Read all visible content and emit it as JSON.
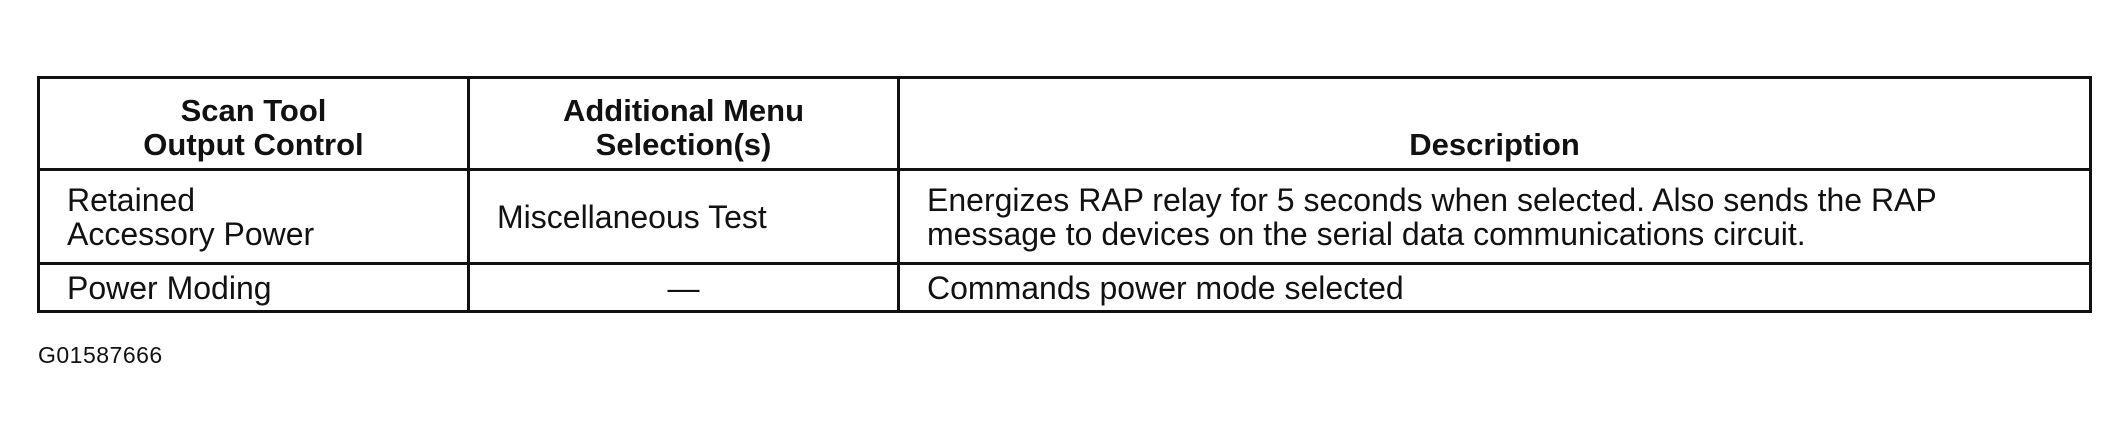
{
  "table": {
    "headers": [
      {
        "lines": [
          "Scan Tool",
          "Output Control"
        ]
      },
      {
        "lines": [
          "Additional Menu",
          "Selection(s)"
        ]
      },
      {
        "lines": [
          "Description"
        ]
      }
    ],
    "rows": [
      {
        "output_control": [
          "Retained",
          "Accessory Power"
        ],
        "menu_selection": "Miscellaneous Test",
        "description": [
          "Energizes RAP relay for 5 seconds when selected. Also sends the RAP",
          "message to devices on the serial data communications circuit."
        ]
      },
      {
        "output_control": [
          "Power Moding"
        ],
        "menu_selection": "—",
        "description": [
          "Commands power mode selected"
        ]
      }
    ]
  },
  "figure_id": "G01587666"
}
